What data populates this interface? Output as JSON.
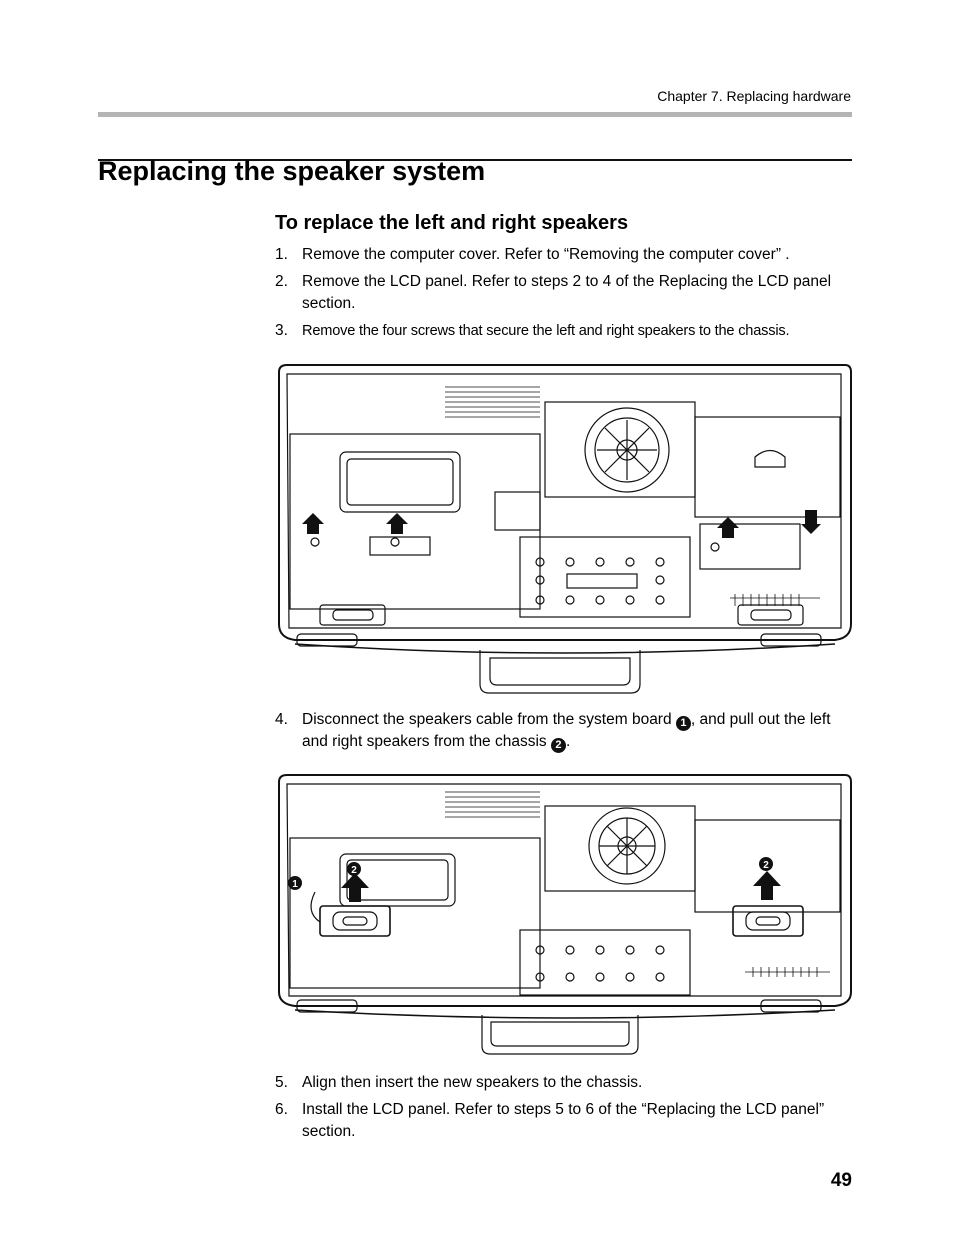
{
  "header": {
    "running_head": "Chapter 7. Replacing hardware"
  },
  "title": "Replacing the speaker system",
  "subtitle": "To replace the left and right speakers",
  "steps": [
    {
      "num": "1.",
      "text": "Remove the computer cover. Refer to “Removing the computer cover” ."
    },
    {
      "num": "2.",
      "text": "Remove the LCD panel. Refer to steps 2 to 4 of the  Replacing the LCD panel  section."
    },
    {
      "num": "3.",
      "text": "Remove the four screws that secure the left and right speakers to the chassis."
    },
    {
      "num": "4.",
      "text_a": "Disconnect the speakers  cable from the system board",
      "text_b": ", and pull out the left and right speakers from the chassis",
      "text_c": "."
    },
    {
      "num": "5.",
      "text": "Align then insert the new speakers to the chassis."
    },
    {
      "num": "6.",
      "text": "Install the LCD panel. Refer to steps 5 to 6 of the “Replacing the LCD panel” section."
    }
  ],
  "callouts": {
    "one": "1",
    "two": "2"
  },
  "page_number": "49"
}
